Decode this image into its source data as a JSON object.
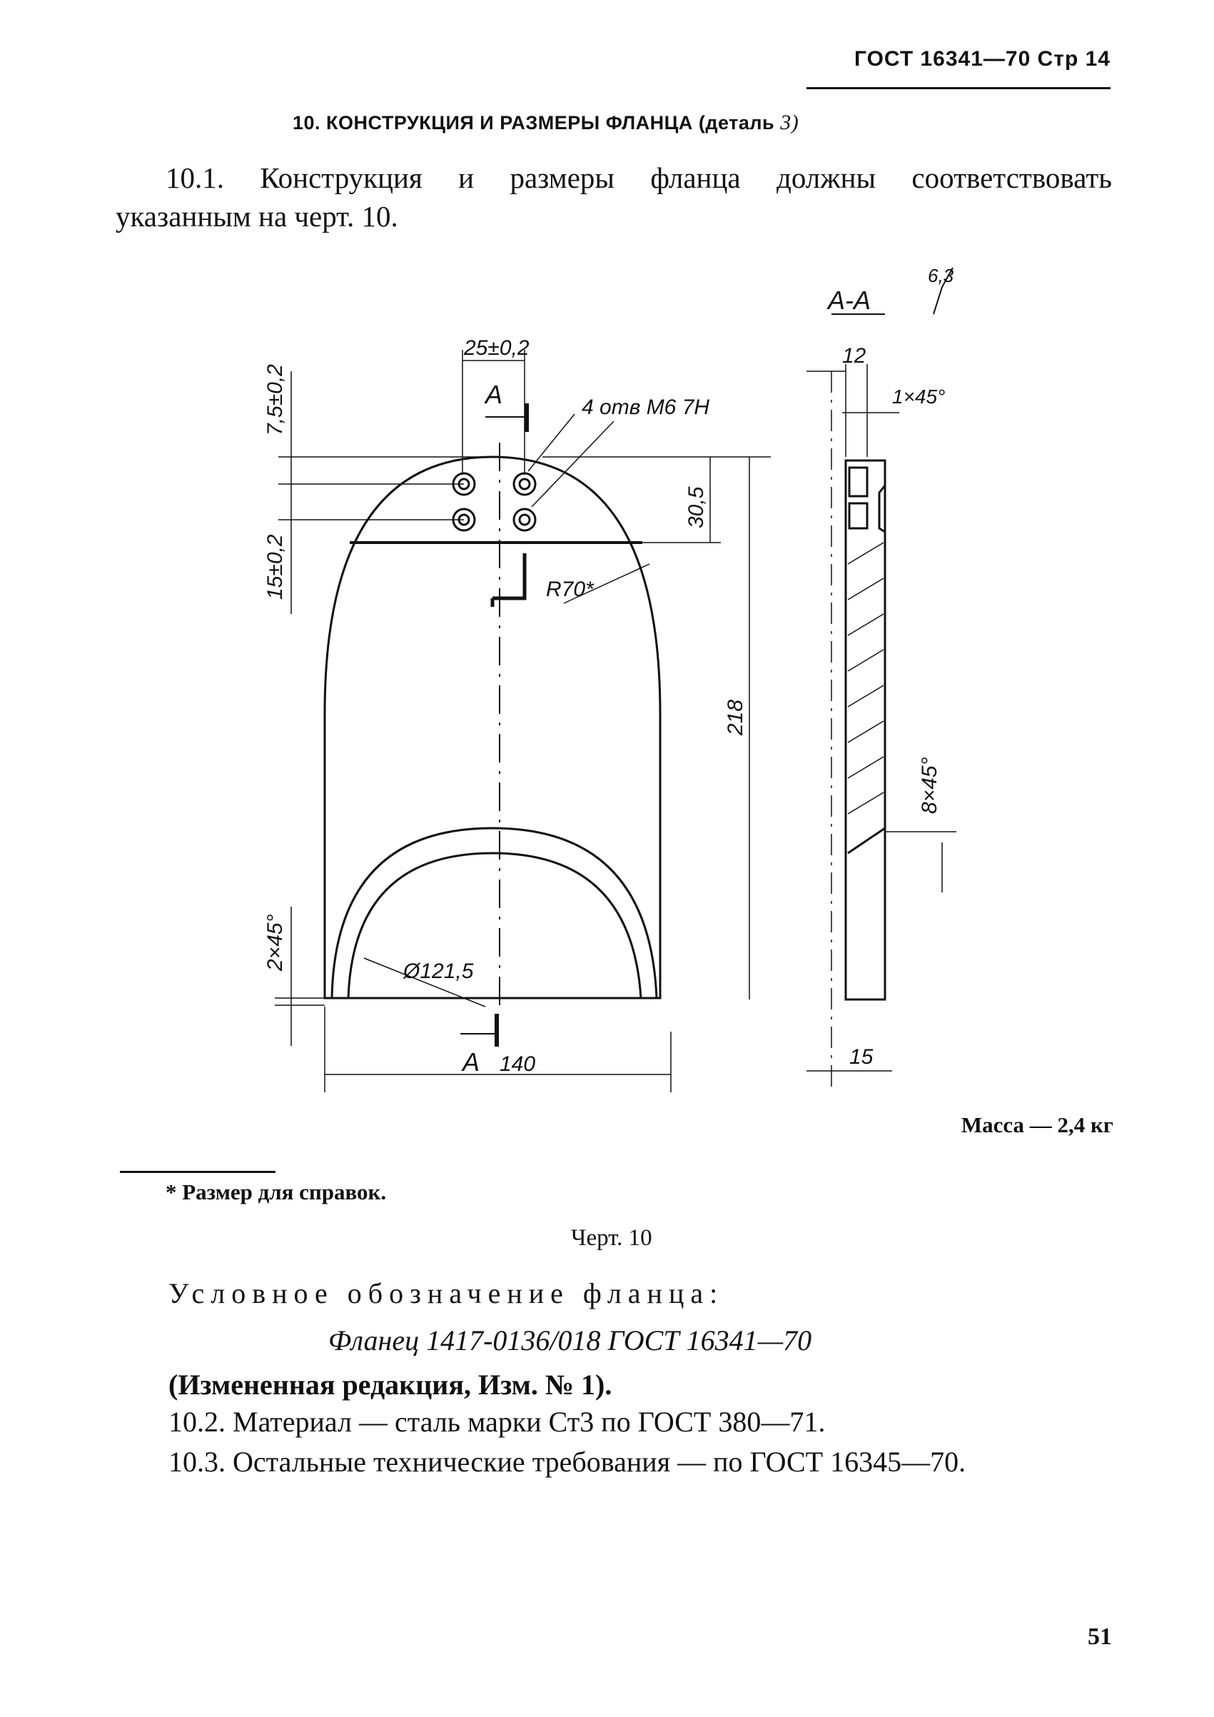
{
  "header": {
    "text": "ГОСТ 16341—70 Стр 14"
  },
  "section": {
    "title": "10. КОНСТРУКЦИЯ И РАЗМЕРЫ ФЛАНЦА (деталь",
    "part_no": "3)"
  },
  "para1": {
    "line1": "10.1. Конструкция и размеры фланца должны соответствовать",
    "line2": "указанным на черт. 10."
  },
  "drawing": {
    "section_label": "А-А",
    "roughness": "6,3",
    "dim_width_holes": "25±0,2",
    "cut_mark_top": "А",
    "cut_mark_bottom": "А",
    "holes_note": "4 отв М6 7Н",
    "dim_top_offset": "7,5±0,2",
    "dim_hole_spacing": "15±0,2",
    "dim_segment": "30,5",
    "dim_radius": "R70*",
    "dim_height": "218",
    "dim_chamfer_left": "2×45°",
    "dim_inner_diameter": "Ø121,5",
    "dim_width_half": "140",
    "dim_thickness_top": "12",
    "dim_chamfer_top": "1×45°",
    "dim_chamfer_side": "8×45°",
    "dim_thickness": "15"
  },
  "massa": "Масса — 2,4 кг",
  "footnote": "* Размер для справок.",
  "caption": "Черт. 10",
  "designation_label": "Условное обозначение фланца:",
  "designation": "Фланец 1417-0136/018 ГОСТ 16341—70",
  "changed_edition": "(Измененная редакция, Изм. № 1).",
  "para2": "10.2. Материал — сталь марки Ст3 по ГОСТ 380—71.",
  "para3": "10.3. Остальные технические требования — по ГОСТ 16345—70.",
  "page_number": "51"
}
